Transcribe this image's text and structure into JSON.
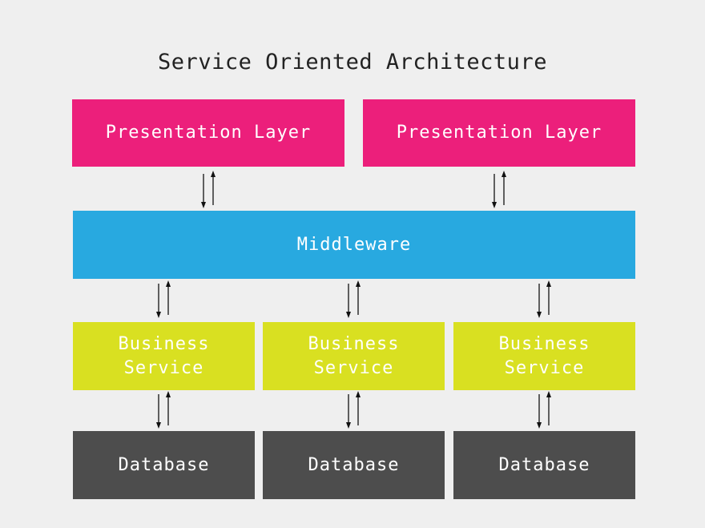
{
  "title": "Service Oriented Architecture",
  "presentation": [
    {
      "label": "Presentation Layer"
    },
    {
      "label": "Presentation Layer"
    }
  ],
  "middleware": {
    "label": "Middleware"
  },
  "business": [
    {
      "line1": "Business",
      "line2": "Service"
    },
    {
      "line1": "Business",
      "line2": "Service"
    },
    {
      "line1": "Business",
      "line2": "Service"
    }
  ],
  "database": [
    {
      "label": "Database"
    },
    {
      "label": "Database"
    },
    {
      "label": "Database"
    }
  ],
  "colors": {
    "background": "#efefef",
    "presentation": "#ec1f7b",
    "middleware": "#28a9e0",
    "business": "#d9e021",
    "database": "#4d4d4d"
  }
}
